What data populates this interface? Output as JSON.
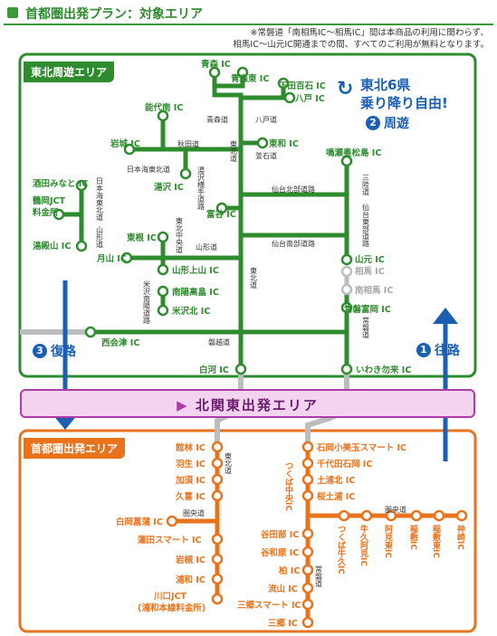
{
  "header": {
    "title": "首都圏出発プラン：対象エリア"
  },
  "notice": [
    "※常磐道「南相馬IC～相馬IC」間は本商品の利用に関わらず、",
    "相馬IC～山元IC開通までの間、すべてのご利用が無料となります。"
  ],
  "areas": {
    "tohoku": "東北周遊エリア",
    "kanto": "北関東出発エリア",
    "shutoken": "首都圏出発エリア"
  },
  "catchcopy": {
    "line1": "東北6県",
    "line2": "乗り降り自由!",
    "loop": "周遊",
    "loop_num": "2"
  },
  "routes": {
    "outbound_num": "1",
    "outbound": "往路",
    "return_num": "3",
    "return": "復路"
  },
  "colors": {
    "tohoku": "#2e8b2e",
    "shutoken": "#e8731c",
    "kanto_border": "#b03aa8",
    "kanto_fill": "#f2d4f0",
    "arrow": "#1a5fb4",
    "gray_road": "#bdbdbd"
  },
  "tohoku_ics": [
    "青森 IC",
    "青森東 IC",
    "下田百石 IC",
    "八戸 IC",
    "能代南 IC",
    "岩城 IC",
    "秋田道",
    "東和 IC",
    "釜石道",
    "湯沢 IC",
    "酒田みなと IC",
    "鶴岡JCT",
    "料金所",
    "湯殿山 IC",
    "富谷 IC",
    "鳴瀬奥松島 IC",
    "東根 IC",
    "月山 IC",
    "山形上山 IC",
    "山元 IC",
    "相馬 IC",
    "南相馬 IC",
    "南陽高畠 IC",
    "米沢北 IC",
    "常磐富岡 IC",
    "西会津 IC",
    "白河 IC",
    "いわき勿来 IC"
  ],
  "tohoku_roads": [
    "青森道",
    "八戸道",
    "東北道",
    "日本海東北道",
    "湯沢横手道路",
    "仙台北部道路",
    "日本海東北道",
    "山形道",
    "東北中央道",
    "仙台南部道路",
    "三陸道",
    "仙台東部道路",
    "米沢南陽道路",
    "常磐道",
    "磐越道",
    "東北道"
  ],
  "shutoken_left": [
    "館林 IC",
    "羽生 IC",
    "加須 IC",
    "久喜 IC",
    "白岡菖蒲 IC",
    "蓮田スマート IC",
    "岩槻 IC",
    "浦和 IC",
    "川口JCT",
    "(浦和本線料金所)"
  ],
  "shutoken_right": [
    "石岡小美玉スマート IC",
    "千代田石岡 IC",
    "土浦北 IC",
    "桜土浦 IC",
    "つくば中央IC",
    "谷田部 IC",
    "谷和原 IC",
    "柏 IC",
    "流山 IC",
    "三郷スマート IC",
    "三郷 IC"
  ],
  "shutoken_kenodo": [
    "つくば牛久IC",
    "阿見東IC",
    "稲敷IC",
    "稲敷東IC",
    "神崎IC",
    "牛久阿見IC"
  ],
  "shutoken_roads": [
    "東北道",
    "圏央道",
    "常磐道",
    "圏央道"
  ]
}
